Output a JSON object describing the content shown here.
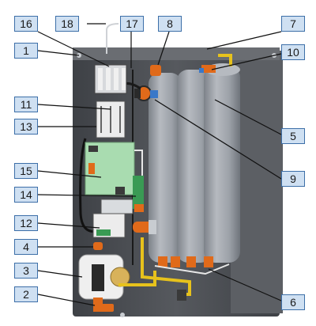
{
  "callouts": [
    {
      "label": "1"
    },
    {
      "label": "2"
    },
    {
      "label": "3"
    },
    {
      "label": "4"
    },
    {
      "label": "5"
    },
    {
      "label": "6"
    },
    {
      "label": "7"
    },
    {
      "label": "8"
    },
    {
      "label": "9"
    },
    {
      "label": "10"
    },
    {
      "label": "11"
    },
    {
      "label": "12"
    },
    {
      "label": "13"
    },
    {
      "label": "14"
    },
    {
      "label": "15"
    },
    {
      "label": "16"
    },
    {
      "label": "17"
    },
    {
      "label": "18"
    }
  ],
  "colors": {
    "callout_fill": "#cfe0f2",
    "callout_border": "#3d6fa8",
    "housing_dark": "#4a4d52",
    "tank_grey": "#9a9fa6",
    "circuit_board": "#a9dcb0",
    "pipe_yellow": "#e7c21c",
    "fitting_orange": "#e06a1a"
  }
}
